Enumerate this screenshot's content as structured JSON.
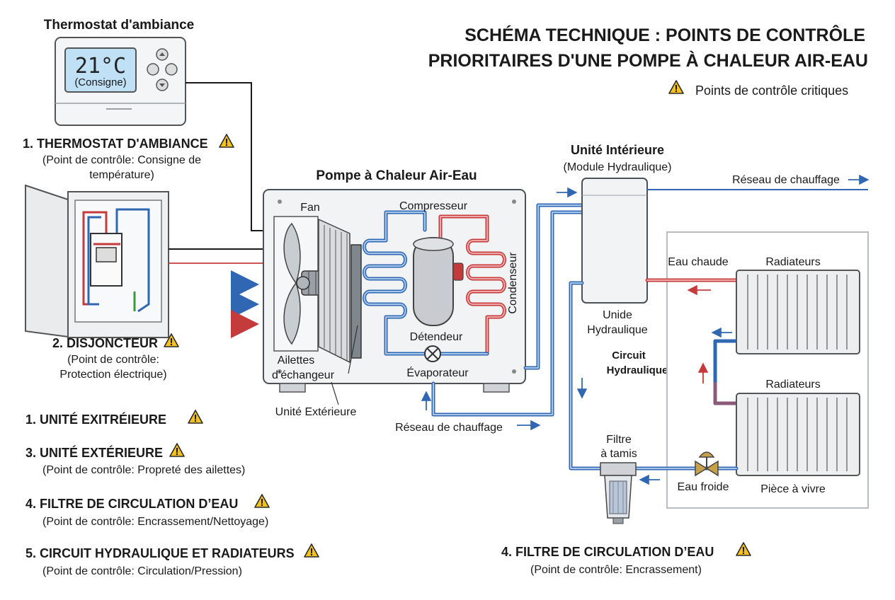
{
  "title": {
    "line1": "SCHÉMA TECHNIQUE : POINTS DE CONTRÔLE",
    "line2": "PRIORITAIRES D'UNE POMPE À CHALEUR AIR-EAU"
  },
  "legend": {
    "label": "Points de contrôle critiques",
    "icon": "warning-icon"
  },
  "thermostat": {
    "header": "Thermostat d'ambiance",
    "display": "21°C",
    "display_sub": "(Consigne)",
    "check_title": "1. THERMOSTAT D'AMBIANCE",
    "check_desc_1": "(Point de contrôle: Consigne de",
    "check_desc_2": "température)"
  },
  "breaker": {
    "check_title": "2. DISJONCTEUR",
    "check_desc_1": "(Point de contrôle:",
    "check_desc_2": "Protection électrique)"
  },
  "left_list": [
    {
      "title": "1. UNITÉ EXITRÉIEURE",
      "desc": ""
    },
    {
      "title": "3. UNITÉ EXTÉRIEURE",
      "desc": "(Point de contrôle: Propreté des ailettes)"
    },
    {
      "title": "4. FILTRE DE CIRCULATION D’EAU",
      "desc": "(Point de contrôle: Encrassement/Nettoyage)"
    },
    {
      "title": "5. CIRCUIT HYDRAULIQUE ET RADIATEURS",
      "desc": "(Point de contrôle: Circulation/Pression)"
    }
  ],
  "outdoor_unit": {
    "header": "Pompe à Chaleur Air-Eau",
    "fan": "Fan",
    "compressor": "Compresseur",
    "condenser": "Condenseur",
    "expansion": "Détendeur",
    "evaporator": "Évaporateur",
    "fins_1": "Ailettes",
    "fins_2": "d’échangeur",
    "unit_label": "Unité Extérieure",
    "network": "Réseau de chauffage"
  },
  "indoor_unit": {
    "header": "Unité Intérieure",
    "sub": "(Module Hydraulique)",
    "network": "Réseau de chauffage",
    "unit_label_1": "Unide",
    "unit_label_2": "Hydraulique",
    "circuit_1": "Circuit",
    "circuit_2": "Hydraulique"
  },
  "room": {
    "hot_water": "Eau chaude",
    "cold_water": "Eau froide",
    "radiator_top": "Radiateurs",
    "radiator_bottom": "Radiateurs",
    "room_label": "Pièce à vivre",
    "filter_1": "Filtre",
    "filter_2": "à tamis"
  },
  "filter_check": {
    "check_title": "4. FILTRE DE CIRCULATION D’EAU",
    "check_desc": "(Point de contrôle: Encrassement)"
  },
  "colors": {
    "hot": "#c53b3b",
    "cold": "#2f67b3",
    "warning": "#f5c21b"
  }
}
